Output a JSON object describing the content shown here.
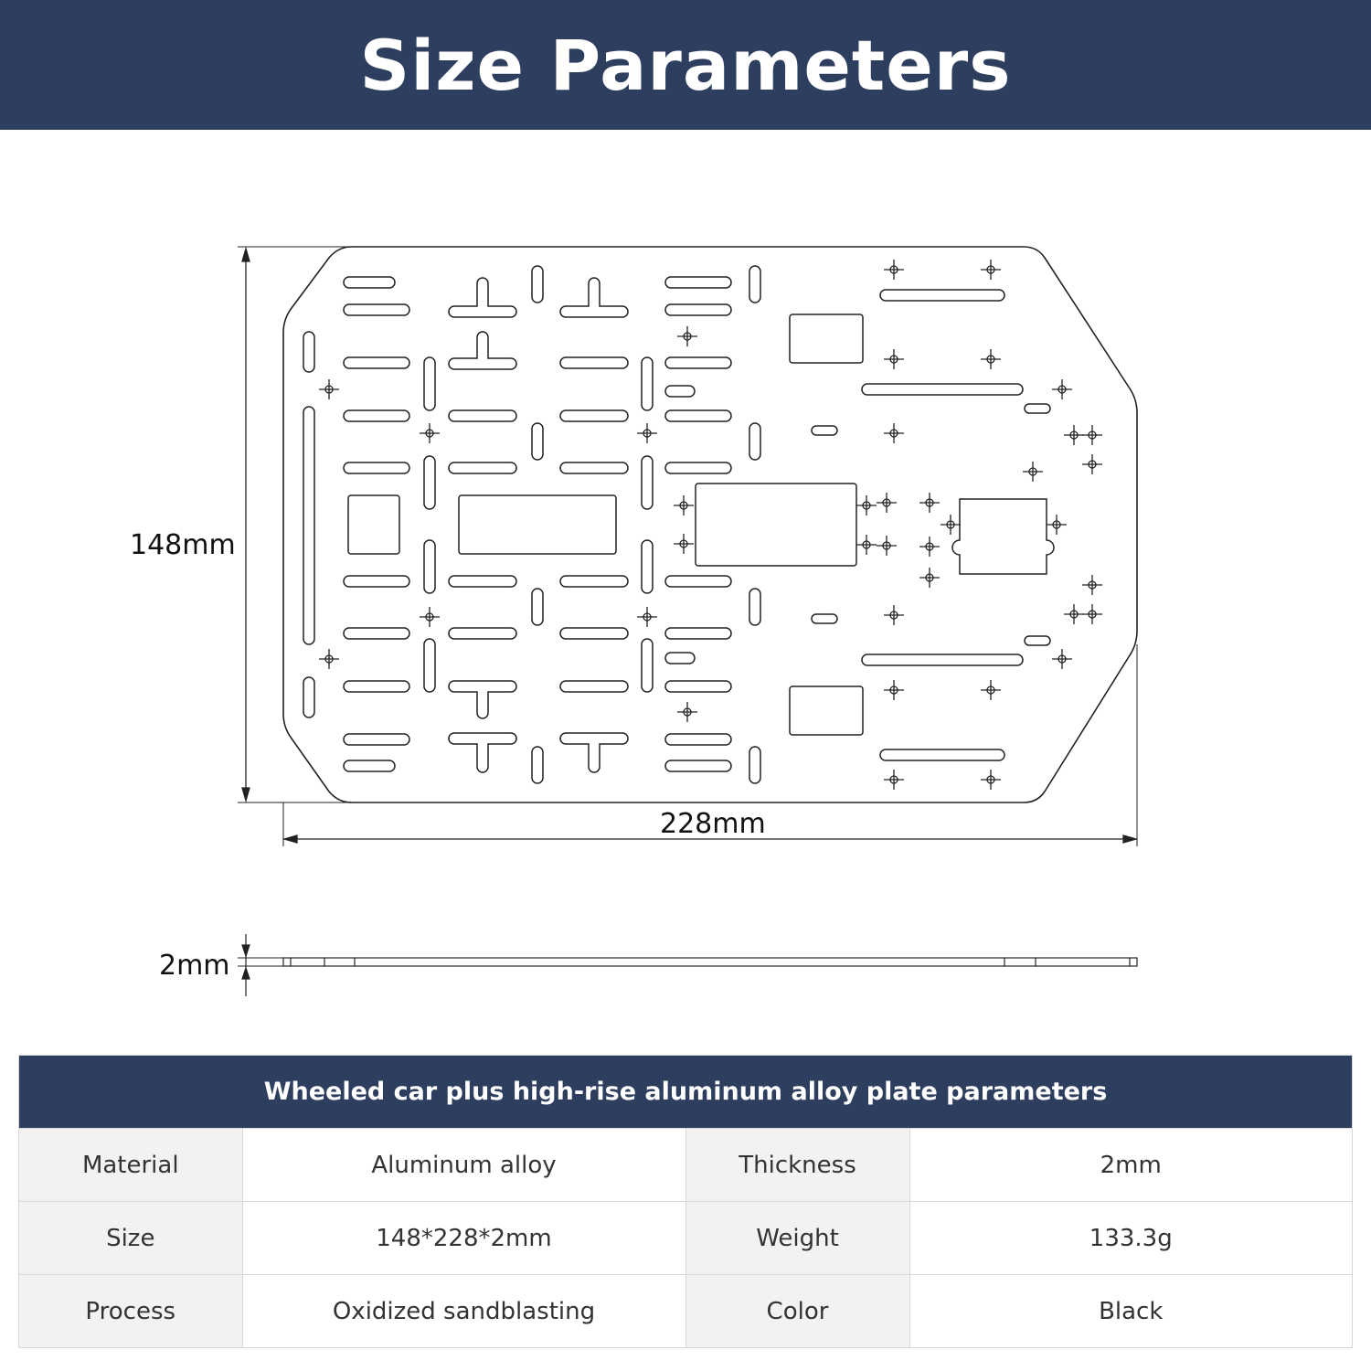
{
  "header": {
    "title": "Size Parameters"
  },
  "drawing": {
    "height_label": "148mm",
    "width_label": "228mm",
    "thickness_label": "2mm"
  },
  "params": {
    "title": "Wheeled car plus high-rise aluminum alloy plate parameters",
    "rows": [
      {
        "label1": "Material",
        "value1": "Aluminum alloy",
        "label2": "Thickness",
        "value2": "2mm"
      },
      {
        "label1": "Size",
        "value1": "148*228*2mm",
        "label2": "Weight",
        "value2": "133.3g"
      },
      {
        "label1": "Process",
        "value1": "Oxidized sandblasting",
        "label2": "Color",
        "value2": "Black"
      }
    ]
  },
  "colors": {
    "header_bg": "#2d3e5f",
    "label_cell_bg": "#f2f2f2"
  }
}
